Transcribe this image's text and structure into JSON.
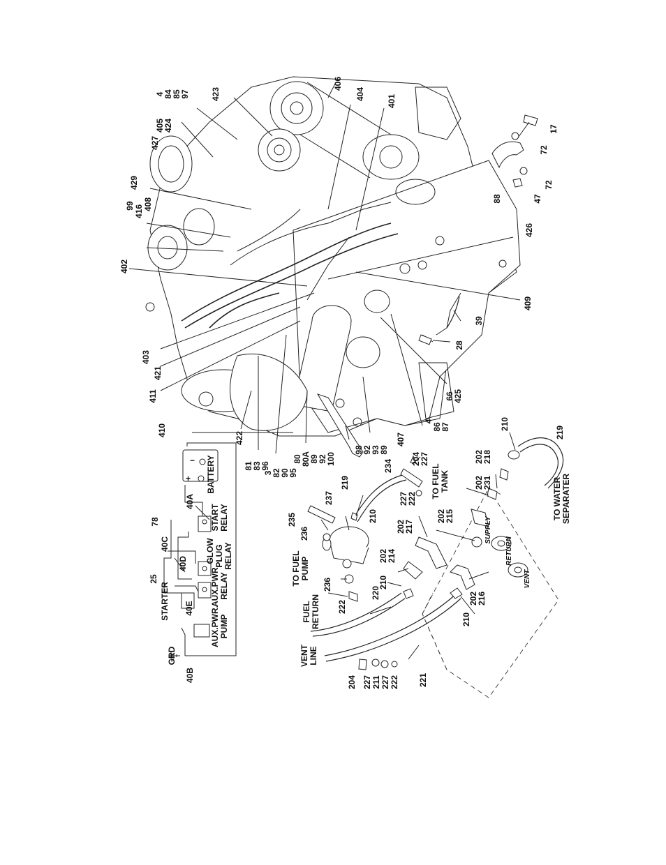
{
  "figure": {
    "battery_polarity": {
      "negative": "−",
      "positive": "+"
    },
    "wiring": {
      "grd": "GRD",
      "battery": "BATTERY",
      "start_relay": [
        "START",
        "RELAY"
      ],
      "glow_plug_relay": [
        "GLOW",
        "PLUG",
        "RELAY"
      ],
      "aux_pwr_relay": [
        "AUX.PWR.",
        "RELAY"
      ],
      "starter": "STARTER",
      "aux_pwr_pump": [
        "AUX.PWR.",
        "PUMP"
      ],
      "wire_ids": [
        "40A",
        "40B",
        "40C",
        "40D",
        "40E",
        "78",
        "25"
      ]
    },
    "flow_labels": {
      "to_fuel_pump": [
        "TO FUEL",
        "PUMP"
      ],
      "fuel_return": [
        "FUEL",
        "RETURN"
      ],
      "vent_line": [
        "VENT",
        "LINE"
      ],
      "to_fuel_tank": [
        "TO FUEL",
        "TANK"
      ],
      "to_water_separater": [
        "TO WATER",
        "SEPARATER"
      ]
    },
    "port_labels": {
      "supply": "SUPPLY",
      "return": "RETURN",
      "vent": "VENT"
    },
    "callouts": [
      [
        "4",
        "84",
        "85",
        "97"
      ],
      [
        "423"
      ],
      [
        "406"
      ],
      [
        "404"
      ],
      [
        "401"
      ],
      [
        "17"
      ],
      [
        "72"
      ],
      [
        "72"
      ],
      [
        "47"
      ],
      [
        "88"
      ],
      [
        "405",
        "424"
      ],
      [
        "427"
      ],
      [
        "429"
      ],
      [
        "99",
        "416",
        "408"
      ],
      [
        "402"
      ],
      [
        "426"
      ],
      [
        "409"
      ],
      [
        "39"
      ],
      [
        "28"
      ],
      [
        "66",
        "425"
      ],
      [
        "4",
        "86",
        "87"
      ],
      [
        "403"
      ],
      [
        "421"
      ],
      [
        "411"
      ],
      [
        "410"
      ],
      [
        "422"
      ],
      [
        "81",
        "83",
        "96"
      ],
      [
        "3",
        "82",
        "90",
        "95"
      ],
      [
        "80",
        "80A",
        "89",
        "92",
        "100"
      ],
      [
        "407"
      ],
      [
        "98",
        "92",
        "93",
        "89"
      ],
      [
        "210"
      ],
      [
        "202",
        "218"
      ],
      [
        "219"
      ],
      [
        "234"
      ],
      [
        "204",
        "227"
      ],
      [
        "219"
      ],
      [
        "237"
      ],
      [
        "235"
      ],
      [
        "210"
      ],
      [
        "227",
        "222"
      ],
      [
        "202",
        "231"
      ],
      [
        "236"
      ],
      [
        "202",
        "217"
      ],
      [
        "202",
        "215"
      ],
      [
        "202",
        "214"
      ],
      [
        "210"
      ],
      [
        "236"
      ],
      [
        "222"
      ],
      [
        "220"
      ],
      [
        "202",
        "216"
      ],
      [
        "210"
      ],
      [
        "204"
      ],
      [
        "227",
        "211",
        "227",
        "222"
      ],
      [
        "221"
      ]
    ]
  }
}
